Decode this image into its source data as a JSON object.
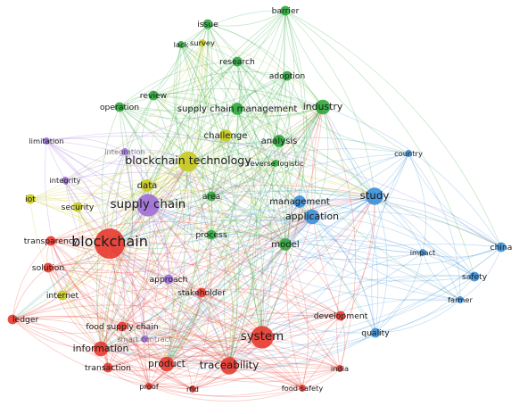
{
  "network": {
    "clusters": {
      "red": "#e8392f",
      "green": "#2ea83c",
      "blue": "#3b8fd8",
      "yellow": "#c9c91f",
      "purple": "#9f6fd6"
    },
    "nodes": [
      {
        "id": "barrier",
        "label": "barrier",
        "cluster": "green",
        "weight": 2
      },
      {
        "id": "issue",
        "label": "issue",
        "cluster": "green",
        "weight": 2
      },
      {
        "id": "lack",
        "label": "lack",
        "cluster": "green",
        "weight": 1
      },
      {
        "id": "survey",
        "label": "survey",
        "cluster": "yellow",
        "weight": 1
      },
      {
        "id": "research",
        "label": "research",
        "cluster": "green",
        "weight": 2
      },
      {
        "id": "adoption",
        "label": "adoption",
        "cluster": "green",
        "weight": 2
      },
      {
        "id": "review",
        "label": "review",
        "cluster": "green",
        "weight": 2
      },
      {
        "id": "operation",
        "label": "operation",
        "cluster": "green",
        "weight": 2
      },
      {
        "id": "supply-chain-management",
        "label": "supply chain management",
        "cluster": "green",
        "weight": 3
      },
      {
        "id": "industry",
        "label": "industry",
        "cluster": "green",
        "weight": 4
      },
      {
        "id": "limitation",
        "label": "limitation",
        "cluster": "purple",
        "weight": 1
      },
      {
        "id": "challenge",
        "label": "challenge",
        "cluster": "yellow",
        "weight": 3
      },
      {
        "id": "analysis",
        "label": "analysis",
        "cluster": "green",
        "weight": 3
      },
      {
        "id": "integration",
        "label": "integration",
        "cluster": "purple",
        "weight": 1
      },
      {
        "id": "blockchain-technology",
        "label": "blockchain technology",
        "cluster": "yellow",
        "weight": 6
      },
      {
        "id": "reverse-logistic",
        "label": "reverse logistic",
        "cluster": "green",
        "weight": 1
      },
      {
        "id": "country",
        "label": "country",
        "cluster": "blue",
        "weight": 1
      },
      {
        "id": "integrity",
        "label": "integrity",
        "cluster": "purple",
        "weight": 1
      },
      {
        "id": "data",
        "label": "data",
        "cluster": "yellow",
        "weight": 3
      },
      {
        "id": "study",
        "label": "study",
        "cluster": "blue",
        "weight": 5
      },
      {
        "id": "area",
        "label": "area",
        "cluster": "green",
        "weight": 2
      },
      {
        "id": "management",
        "label": "management",
        "cluster": "blue",
        "weight": 3
      },
      {
        "id": "iot",
        "label": "iot",
        "cluster": "yellow",
        "weight": 2
      },
      {
        "id": "security",
        "label": "security",
        "cluster": "yellow",
        "weight": 2
      },
      {
        "id": "supply-chain",
        "label": "supply chain",
        "cluster": "purple",
        "weight": 7
      },
      {
        "id": "application",
        "label": "application",
        "cluster": "blue",
        "weight": 4
      },
      {
        "id": "process",
        "label": "process",
        "cluster": "green",
        "weight": 2
      },
      {
        "id": "model",
        "label": "model",
        "cluster": "green",
        "weight": 3
      },
      {
        "id": "transparency",
        "label": "transparency",
        "cluster": "red",
        "weight": 2
      },
      {
        "id": "blockchain",
        "label": "blockchain",
        "cluster": "red",
        "weight": 10
      },
      {
        "id": "china",
        "label": "china",
        "cluster": "blue",
        "weight": 2
      },
      {
        "id": "impact",
        "label": "impact",
        "cluster": "blue",
        "weight": 1
      },
      {
        "id": "solution",
        "label": "solution",
        "cluster": "red",
        "weight": 2
      },
      {
        "id": "safety",
        "label": "safety",
        "cluster": "blue",
        "weight": 2
      },
      {
        "id": "approach",
        "label": "approach",
        "cluster": "purple",
        "weight": 2
      },
      {
        "id": "internet",
        "label": "internet",
        "cluster": "yellow",
        "weight": 2
      },
      {
        "id": "stakeholder",
        "label": "stakeholder",
        "cluster": "red",
        "weight": 2
      },
      {
        "id": "farmer",
        "label": "farmer",
        "cluster": "blue",
        "weight": 1
      },
      {
        "id": "ledger",
        "label": "ledger",
        "cluster": "red",
        "weight": 2
      },
      {
        "id": "development",
        "label": "development",
        "cluster": "red",
        "weight": 2
      },
      {
        "id": "food-supply-chain",
        "label": "food supply chain",
        "cluster": "red",
        "weight": 2
      },
      {
        "id": "system",
        "label": "system",
        "cluster": "red",
        "weight": 7
      },
      {
        "id": "information",
        "label": "information",
        "cluster": "red",
        "weight": 4
      },
      {
        "id": "smart-contract",
        "label": "smart contract",
        "cluster": "purple",
        "weight": 1
      },
      {
        "id": "quality",
        "label": "quality",
        "cluster": "blue",
        "weight": 2
      },
      {
        "id": "transaction",
        "label": "transaction",
        "cluster": "red",
        "weight": 2
      },
      {
        "id": "product",
        "label": "product",
        "cluster": "red",
        "weight": 4
      },
      {
        "id": "traceability",
        "label": "traceability",
        "cluster": "red",
        "weight": 5
      },
      {
        "id": "india",
        "label": "india",
        "cluster": "red",
        "weight": 1
      },
      {
        "id": "proof",
        "label": "proof",
        "cluster": "red",
        "weight": 1
      },
      {
        "id": "rfid",
        "label": "rfid",
        "cluster": "red",
        "weight": 1
      },
      {
        "id": "food-safety",
        "label": "food safety",
        "cluster": "red",
        "weight": 1
      }
    ]
  }
}
